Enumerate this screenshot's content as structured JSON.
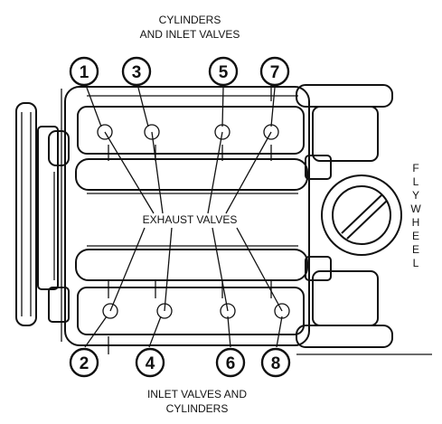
{
  "labels": {
    "top_line1": "CYLINDERS",
    "top_line2": "AND INLET VALVES",
    "middle": "EXHAUST VALVES",
    "bottom_line1": "INLET VALVES AND",
    "bottom_line2": "CYLINDERS",
    "side": [
      "F",
      "L",
      "Y",
      "W",
      "H",
      "E",
      "E",
      "L"
    ]
  },
  "cylinders_top": [
    "1",
    "3",
    "5",
    "7"
  ],
  "cylinders_bottom": [
    "2",
    "4",
    "6",
    "8"
  ],
  "ink_color": "#111111"
}
